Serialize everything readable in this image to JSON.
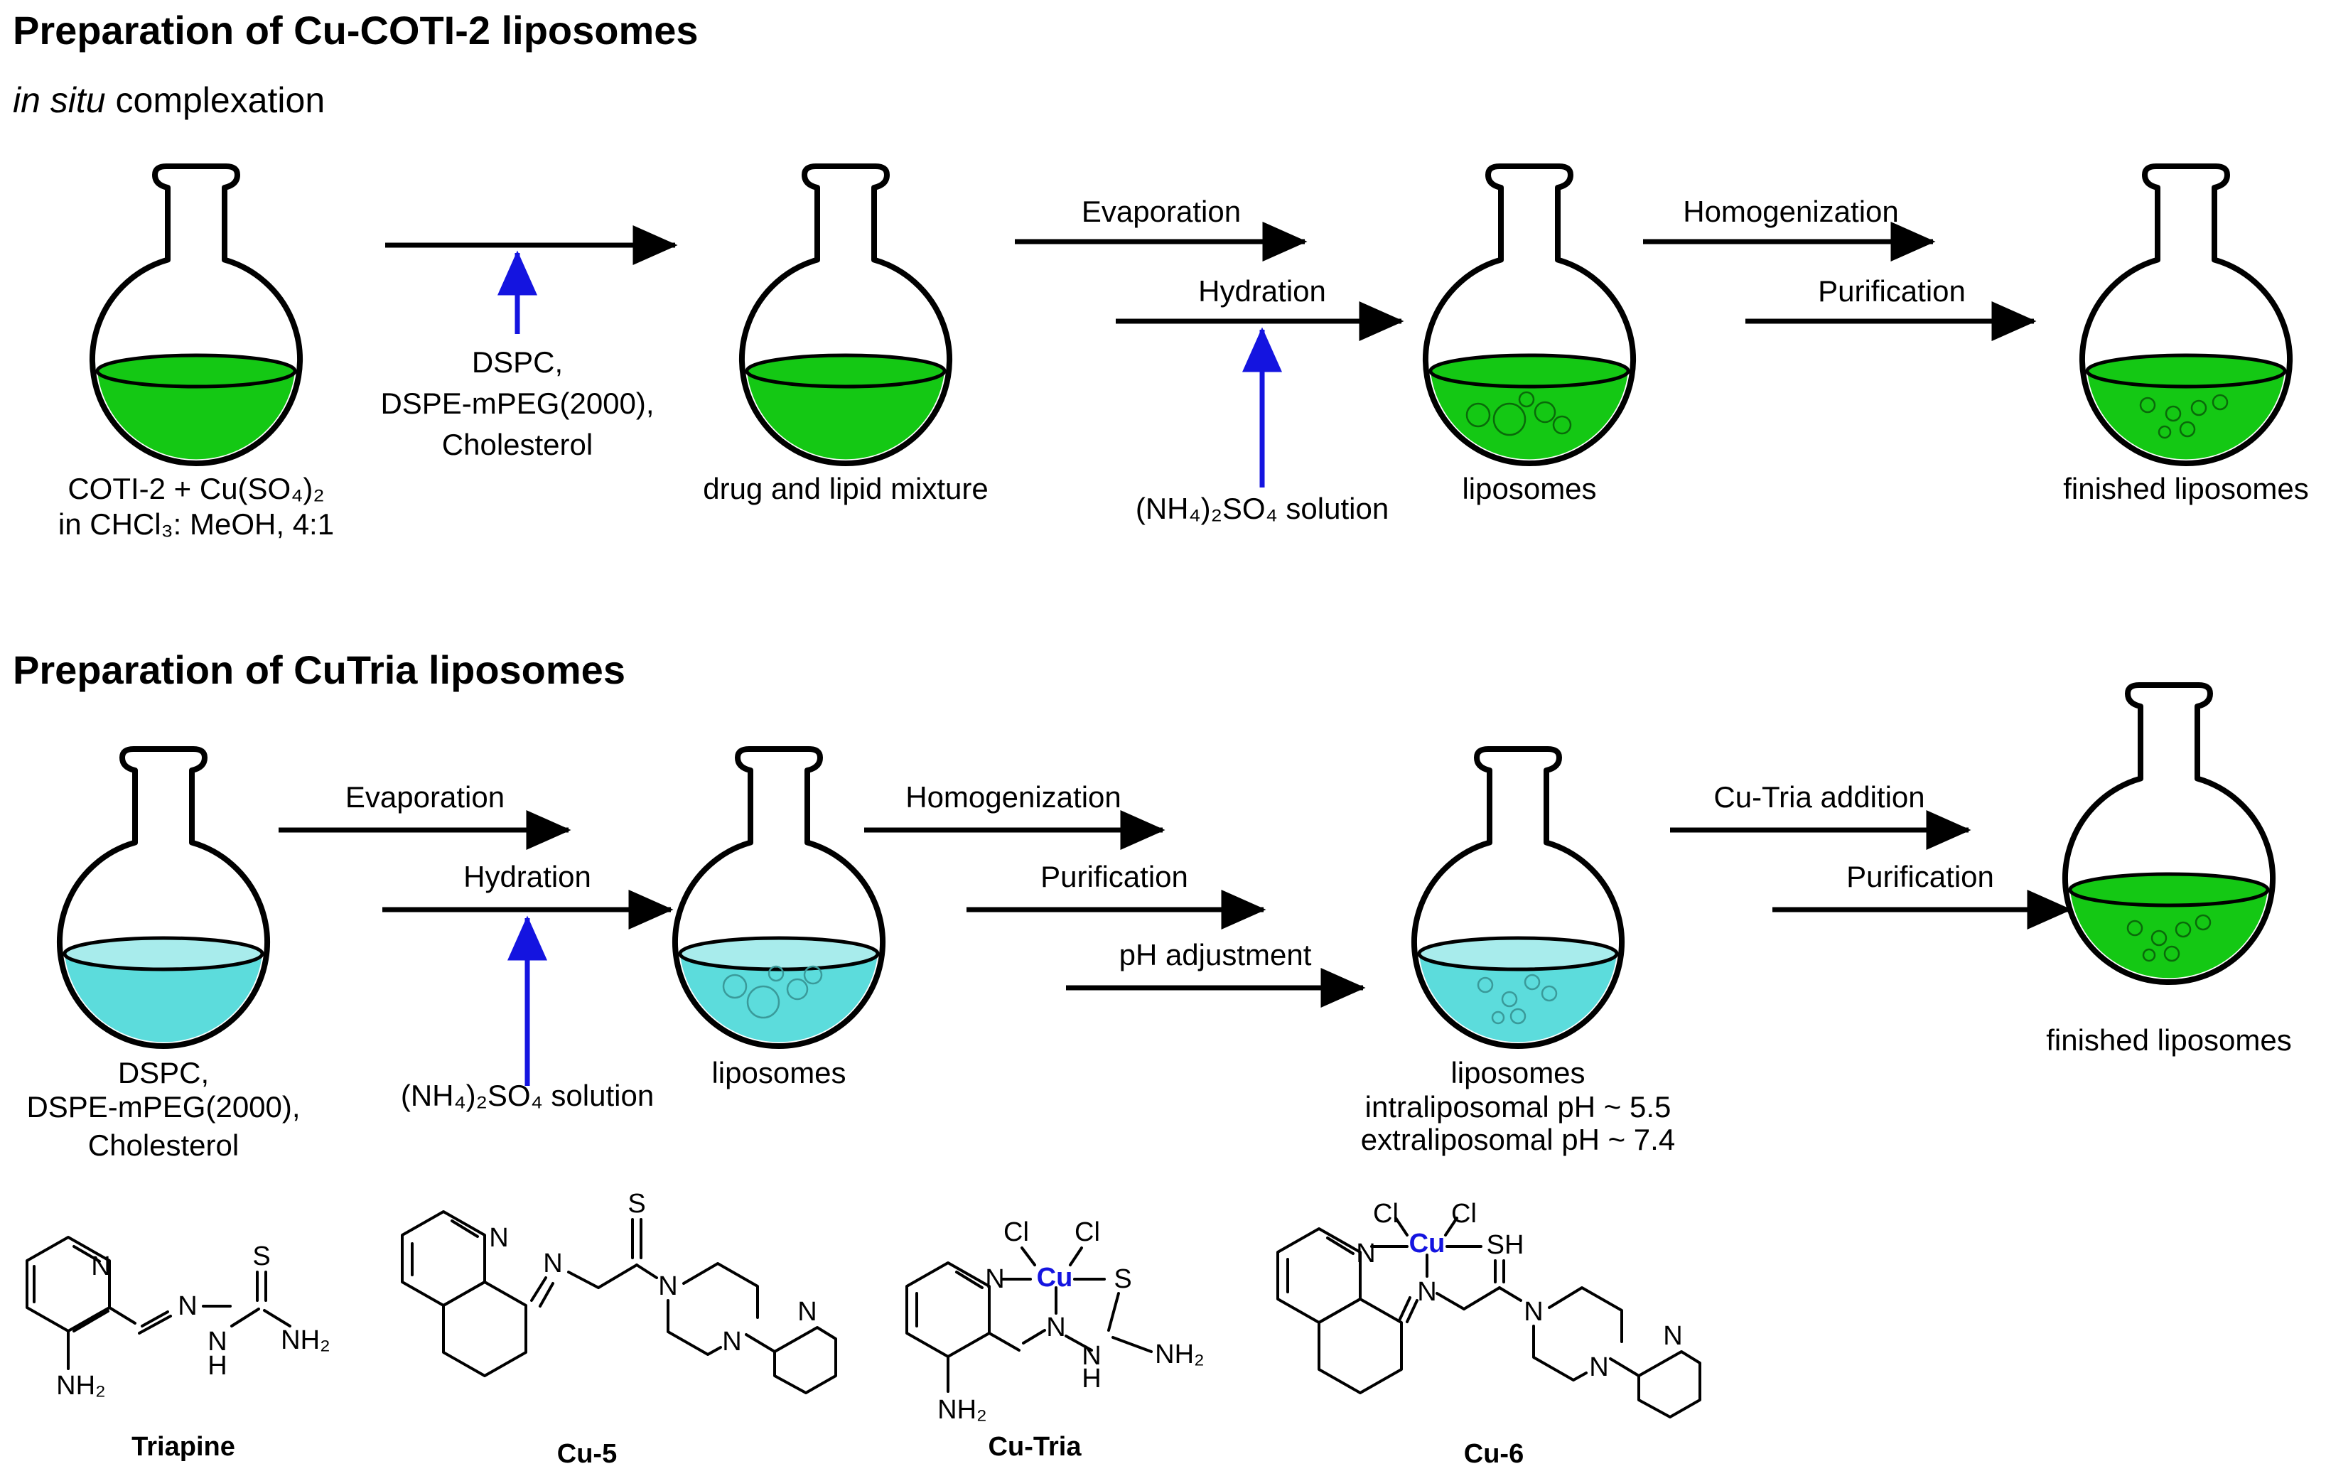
{
  "section1": {
    "heading": "Preparation of Cu-COTI-2 liposomes",
    "subheading_italic": "in situ",
    "subheading_rest": " complexation",
    "start_caption_line1": "COTI-2 + Cu(SO₄)₂",
    "start_caption_line2": "in CHCl₃: MeOH, 4:1",
    "reagent_line1": "DSPC,",
    "reagent_line2": "DSPE-mPEG(2000),",
    "reagent_line3": "Cholesterol",
    "mixture_caption": "drug and lipid mixture",
    "step_evaporation": "Evaporation",
    "step_hydration": "Hydration",
    "salt_solution": "(NH₄)₂SO₄ solution",
    "liposomes_caption": "liposomes",
    "step_homogenization": "Homogenization",
    "step_purification": "Purification",
    "finished_caption": "finished liposomes"
  },
  "section2": {
    "heading": "Preparation of CuTria liposomes",
    "start_line1": "DSPC,",
    "start_line2": "DSPE-mPEG(2000),",
    "start_line3": "Cholesterol",
    "step_evaporation": "Evaporation",
    "step_hydration": "Hydration",
    "salt_solution": "(NH₄)₂SO₄ solution",
    "liposomes_caption": "liposomes",
    "step_homogenization": "Homogenization",
    "step_purification": "Purification",
    "step_ph": "pH adjustment",
    "gradient_line1": "liposomes",
    "gradient_line2": "intraliposomal pH ~ 5.5",
    "gradient_line3": "extraliposomal pH ~ 7.4",
    "step_cutria": "Cu-Tria addition",
    "step_purification2": "Purification",
    "finished_caption": "finished liposomes"
  },
  "structures": {
    "triapine": {
      "name": "Triapine",
      "N": "N",
      "S": "S",
      "NH2": "NH₂",
      "H": "H",
      "amine": "NH₂"
    },
    "cu5": {
      "name": "Cu-5",
      "S": "S",
      "N": "N"
    },
    "cutria": {
      "name": "Cu-Tria",
      "Cu": "Cu",
      "Cl": "Cl",
      "S": "S",
      "N": "N",
      "NH2": "NH₂",
      "H": "H",
      "amine": "NH₂"
    },
    "cu6": {
      "name": "Cu-6",
      "Cu": "Cu",
      "Cl": "Cl",
      "SH": "SH",
      "N": "N"
    }
  },
  "colors": {
    "green": "#14c814",
    "green_dark": "#0a7a0a",
    "cyan": "#5cdcdc",
    "cyan_light": "#a8ecec",
    "blue_arrow": "#1414e0",
    "copper_label": "#1414e0"
  }
}
